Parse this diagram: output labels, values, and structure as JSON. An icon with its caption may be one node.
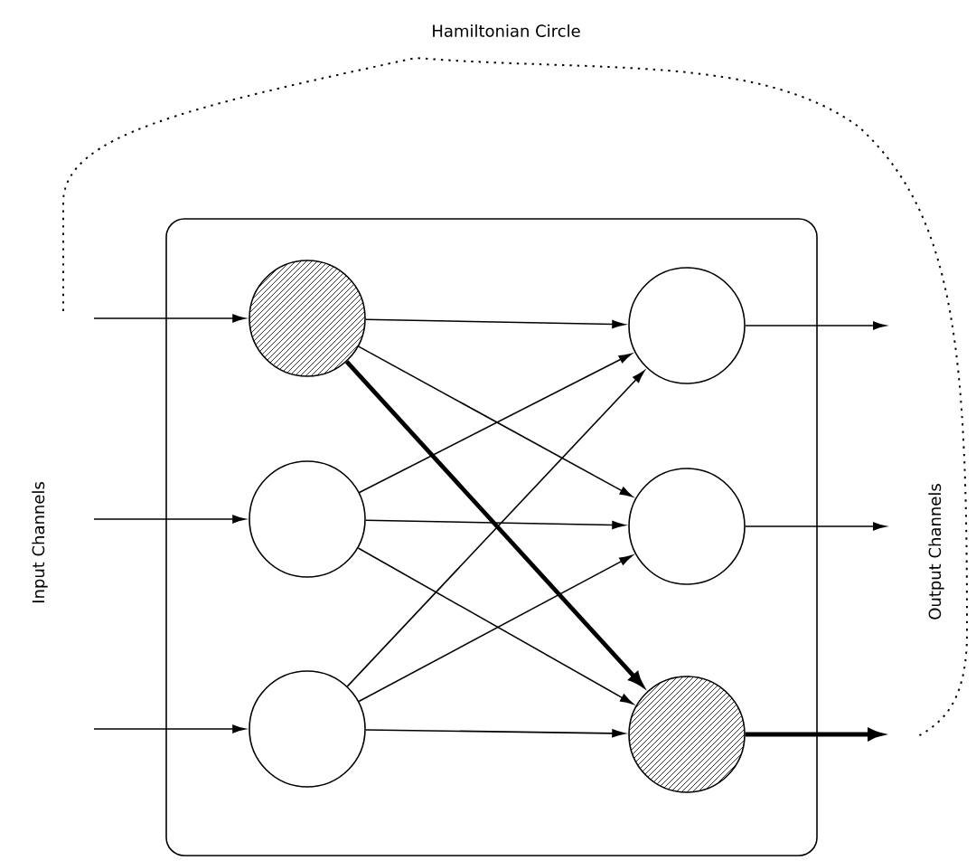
{
  "diagram": {
    "nodes": [
      {
        "text": [],
        "shape": "box"
      },
      {
        "text": [],
        "shape": "circle",
        "in": 0
      },
      {
        "text": [],
        "shape": "circle",
        "in": 0
      },
      {
        "text": [],
        "shape": "circle",
        "in": 0
      },
      {
        "text": [],
        "shape": "circle",
        "in": 0
      },
      {
        "text": [],
        "shape": "circle",
        "in": 0
      },
      {
        "text": [],
        "shape": "circle",
        "in": 0
      }
    ],
    "edges": [
      {
        "from": null,
        "to": 1,
        "arrow": "to"
      },
      {
        "from": null,
        "to": 2,
        "arrow": "to"
      },
      {
        "from": null,
        "to": 3,
        "arrow": "to"
      },
      {
        "from": 1,
        "to": 4,
        "arrow": "to"
      },
      {
        "from": 1,
        "to": 5,
        "arrow": "to"
      },
      {
        "from": 1,
        "to": 6,
        "arrow": "to",
        "style": "thick"
      },
      {
        "from": 2,
        "to": 4,
        "arrow": "to"
      },
      {
        "from": 2,
        "to": 5,
        "arrow": "to"
      },
      {
        "from": 2,
        "to": 6,
        "arrow": "to"
      },
      {
        "from": 3,
        "to": 4,
        "arrow": "to"
      },
      {
        "from": 3,
        "to": 5,
        "arrow": "to"
      },
      {
        "from": 3,
        "to": 6,
        "arrow": "to"
      },
      {
        "from": 4,
        "to": null,
        "arrow": "to"
      },
      {
        "from": 5,
        "to": null,
        "arrow": "to"
      },
      {
        "from": 6,
        "to": null,
        "arrow": "to",
        "style": "thick"
      }
    ],
    "labels": [
      "Hamiltonian Circle",
      "Input Channels",
      "Output Channels"
    ]
  }
}
